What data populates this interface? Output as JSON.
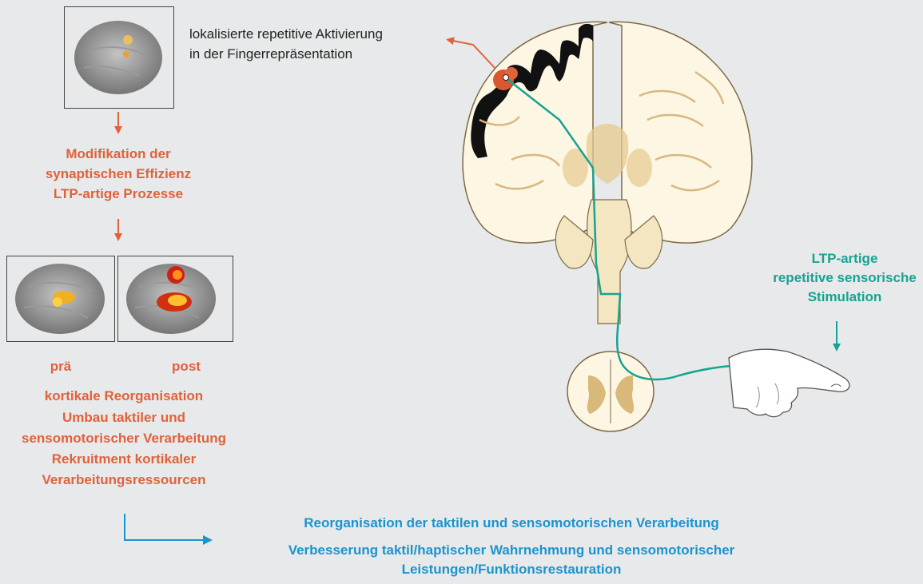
{
  "colors": {
    "orange": "#e0623a",
    "teal": "#17a393",
    "blue": "#1a94cf",
    "background": "#e8e9ea",
    "brain_fill": "#fdf6e3",
    "gray_matter": "#e6c98e",
    "cortex_dark": "#111111"
  },
  "top_note": {
    "line1": "lokalisierte repetitive Aktivierung",
    "line2": "in der Fingerrepräsentation"
  },
  "modification": {
    "line1": "Modifikation der",
    "line2": "synaptischen Effizienz",
    "line3": "LTP-artige Prozesse"
  },
  "brain_images": {
    "pre_label": "prä",
    "post_label": "post"
  },
  "reorg": {
    "line1": "kortikale Reorganisation",
    "line2": "Umbau taktiler und",
    "line3": "sensomotorischer Verarbeitung",
    "line4": "Rekruitment kortikaler",
    "line5": "Verarbeitungsressourcen"
  },
  "stimulation": {
    "line1": "LTP-artige",
    "line2": "repetitive sensorische",
    "line3": "Stimulation"
  },
  "outcome": {
    "line1": "Reorganisation der taktilen und sensomotorischen Verarbeitung",
    "line2": "Verbesserung taktil/haptischer Wahrnehmung und sensomotorischer",
    "line3": "Leistungen/Funktionsrestauration"
  }
}
